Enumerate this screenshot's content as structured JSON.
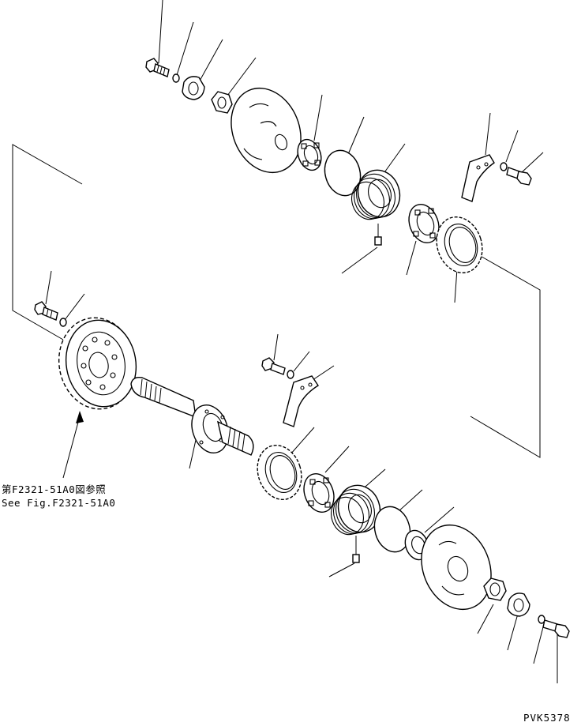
{
  "reference_note": {
    "line_jp": "第F2321-51A0図参照",
    "line_en": "See Fig.F2321-51A0"
  },
  "drawing_code": "PVK5378"
}
